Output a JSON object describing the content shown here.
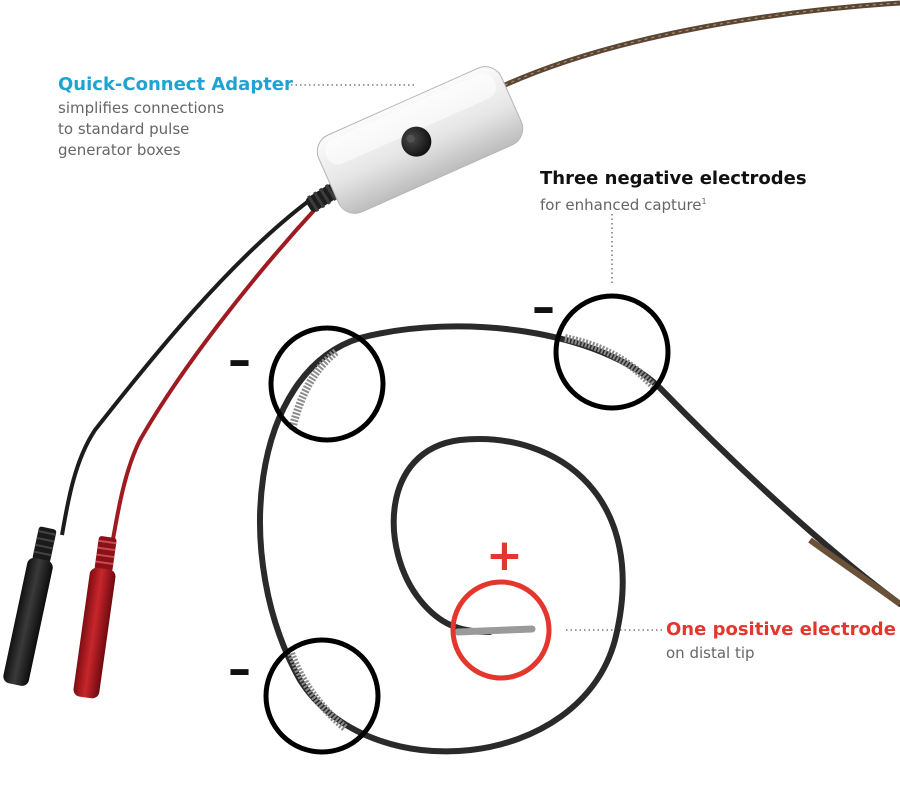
{
  "colors": {
    "accent_blue": "#1fa3d1",
    "accent_red": "#e3372e",
    "body_text": "#666666",
    "title_dark": "#111111"
  },
  "adapter": {
    "title": "Quick-Connect Adapter",
    "desc": [
      "simplifies connections",
      "to standard pulse",
      "generator boxes"
    ]
  },
  "negative": {
    "title": "Three negative electrodes",
    "desc": "for enhanced capture",
    "footnote": "1",
    "sign": "–"
  },
  "positive": {
    "title": "One positive electrode",
    "desc": "on distal tip",
    "sign": "+"
  }
}
